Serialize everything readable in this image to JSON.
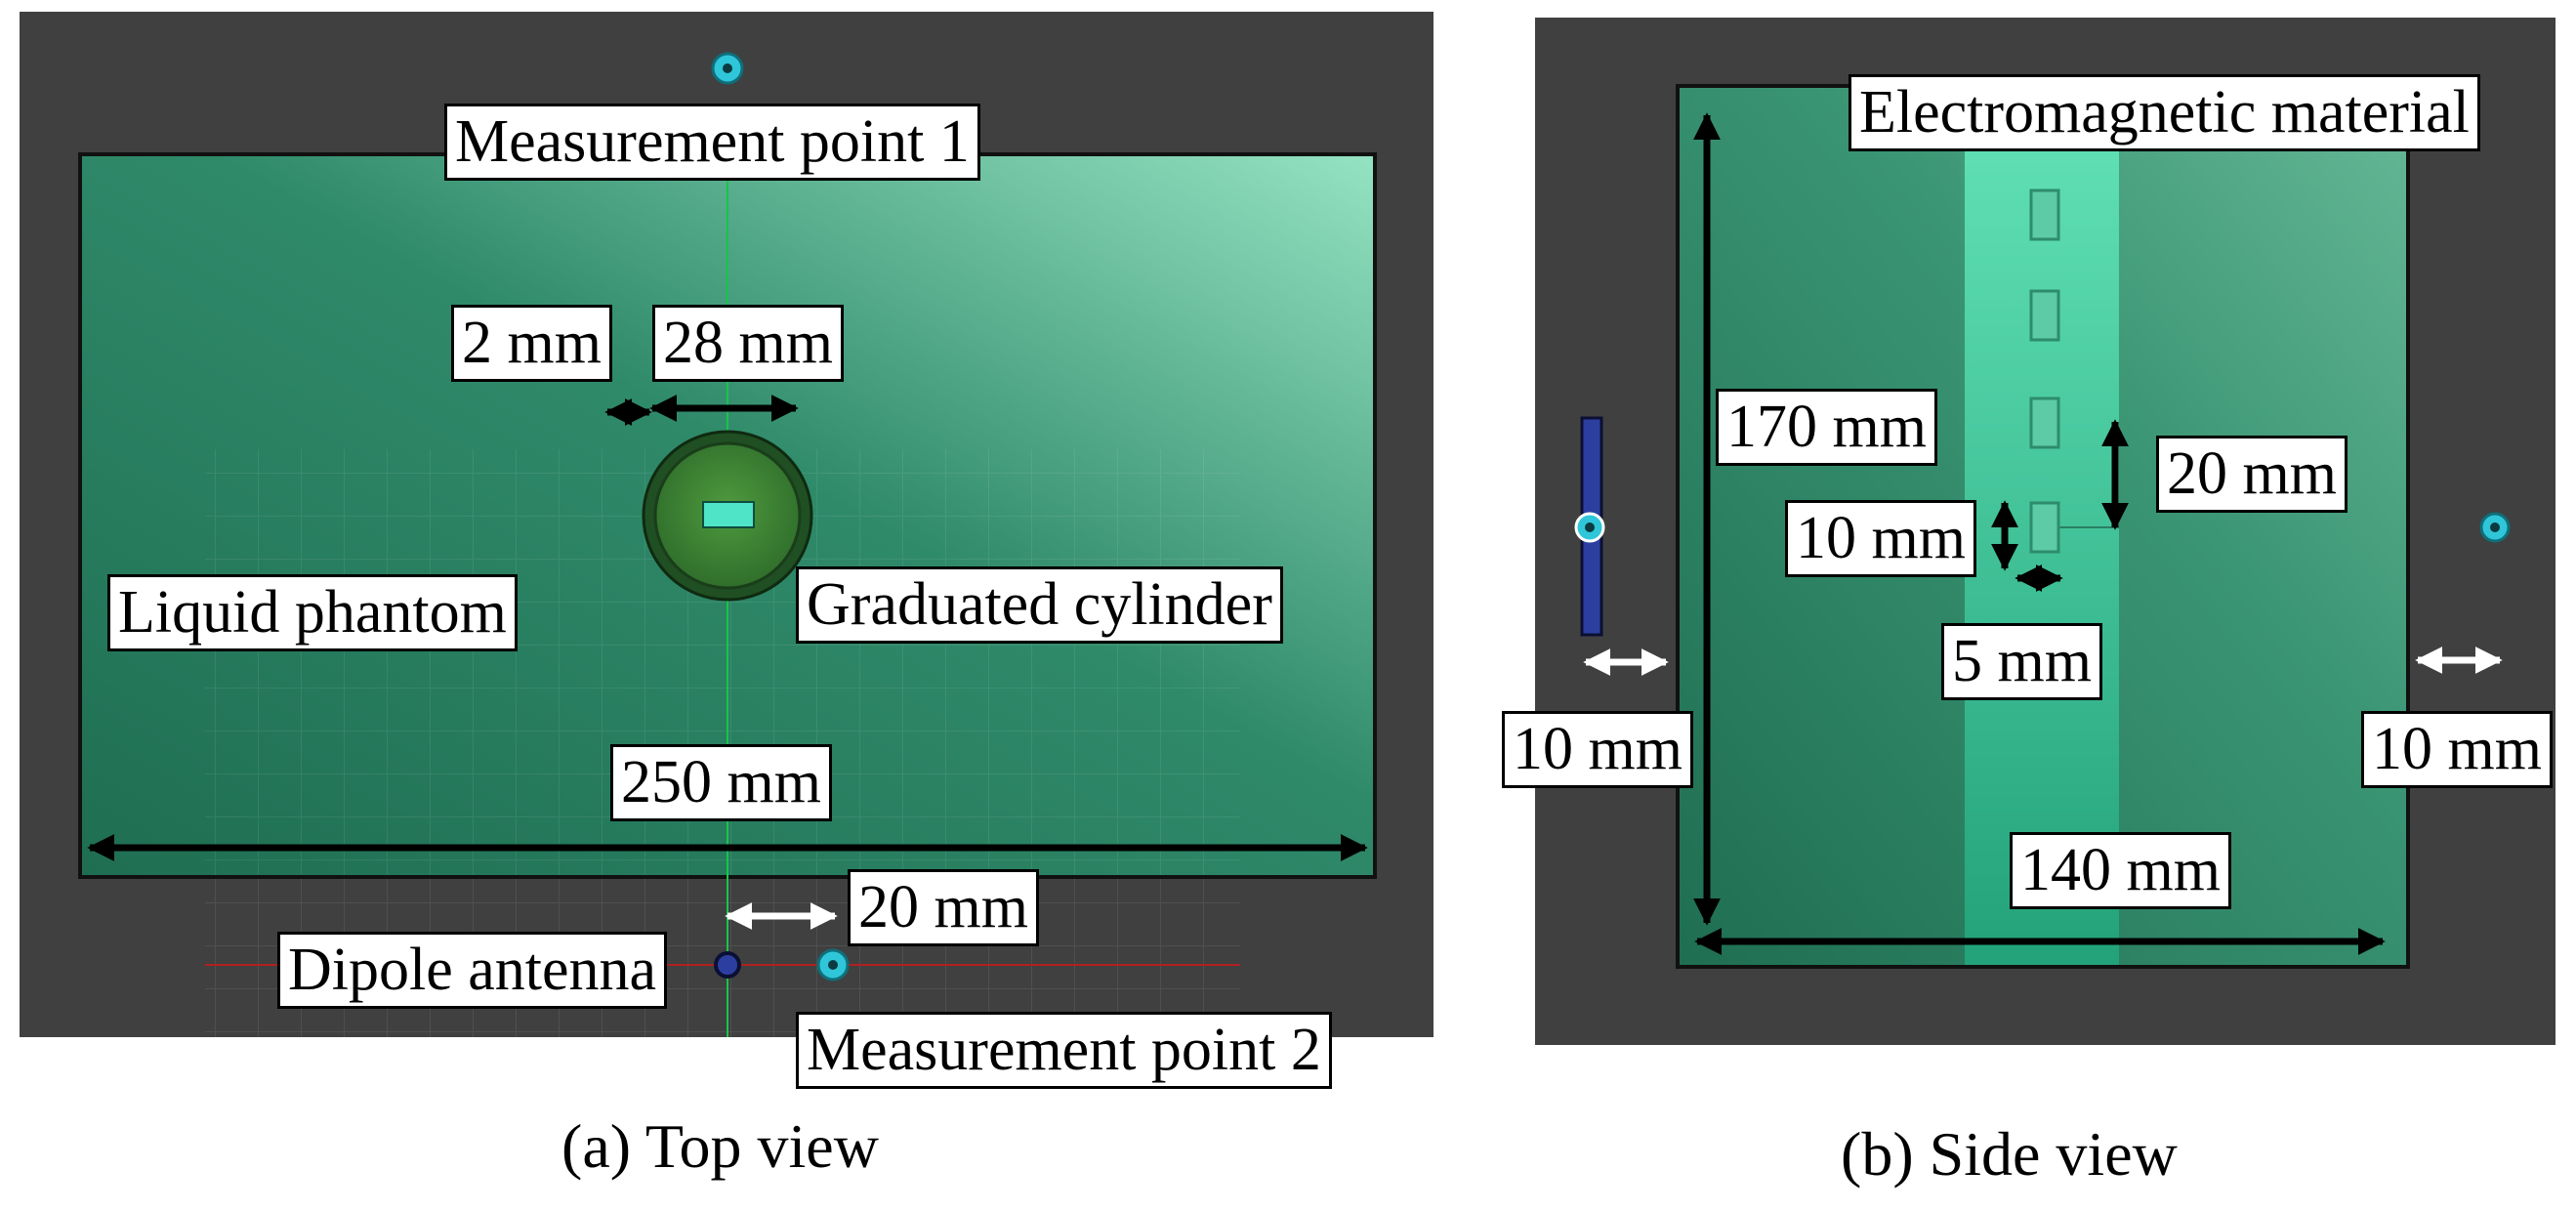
{
  "top_view": {
    "caption": "(a) Top view",
    "labels": {
      "measurement_point_1": "Measurement point 1",
      "measurement_point_2": "Measurement point 2",
      "liquid_phantom": "Liquid phantom",
      "graduated_cylinder": "Graduated cylinder",
      "dipole_antenna": "Dipole antenna"
    },
    "dimensions": {
      "gap": "2 mm",
      "cylinder_diameter": "28 mm",
      "phantom_width": "250 mm",
      "antenna_offset": "20 mm"
    }
  },
  "side_view": {
    "caption": "(b) Side view",
    "labels": {
      "electromagnetic_material": "Electromagnetic material"
    },
    "dimensions": {
      "height": "170 mm",
      "spacing": "20 mm",
      "element_length": "10 mm",
      "element_width": "5 mm",
      "left_gap": "10 mm",
      "right_gap": "10 mm",
      "width": "140 mm"
    }
  },
  "colors": {
    "background_dark": "#404040",
    "phantom_green": "#2f8a6a",
    "phantom_highlight": "#8fdcbc",
    "material_strip": "#5fe0b2",
    "marker_cyan": "#2fc6d9",
    "antenna_blue": "#2c3fa0"
  }
}
